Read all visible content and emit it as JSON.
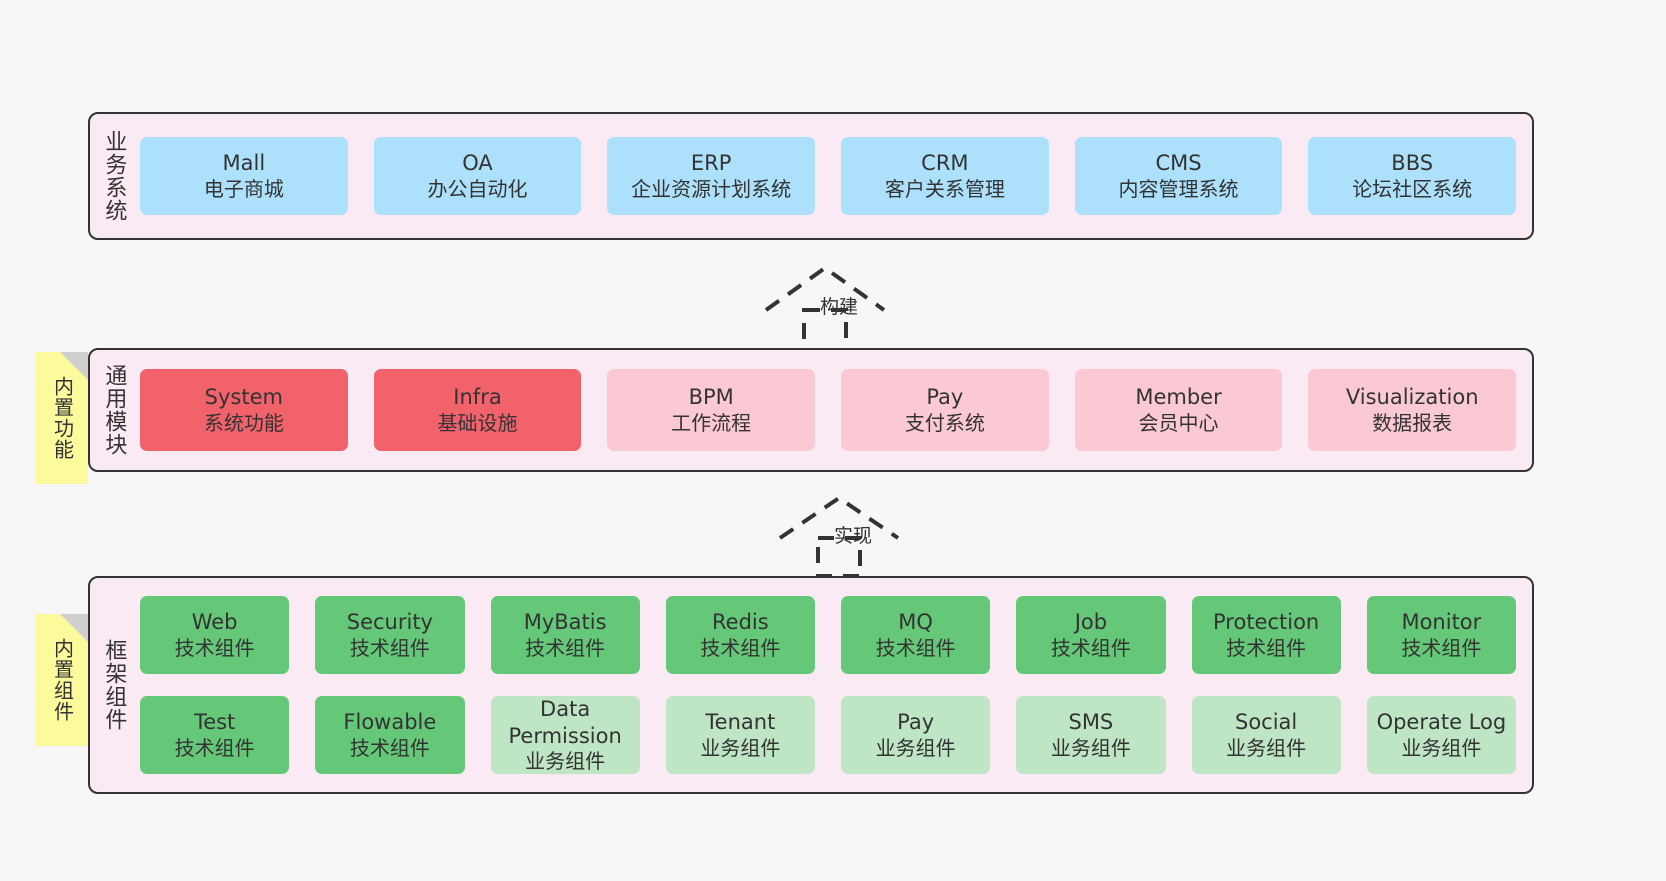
{
  "layers": [
    {
      "id": "business",
      "title": "业务系统",
      "cards": [
        {
          "en": "Mall",
          "cn": "电子商城"
        },
        {
          "en": "OA",
          "cn": "办公自动化"
        },
        {
          "en": "ERP",
          "cn": "企业资源计划系统"
        },
        {
          "en": "CRM",
          "cn": "客户关系管理"
        },
        {
          "en": "CMS",
          "cn": "内容管理系统"
        },
        {
          "en": "BBS",
          "cn": "论坛社区系统"
        }
      ]
    },
    {
      "id": "modules",
      "title": "通用模块",
      "sticky": "内置功能",
      "cards": [
        {
          "en": "System",
          "cn": "系统功能"
        },
        {
          "en": "Infra",
          "cn": "基础设施"
        },
        {
          "en": "BPM",
          "cn": "工作流程"
        },
        {
          "en": "Pay",
          "cn": "支付系统"
        },
        {
          "en": "Member",
          "cn": "会员中心"
        },
        {
          "en": "Visualization",
          "cn": "数据报表"
        }
      ]
    },
    {
      "id": "framework",
      "title": "框架组件",
      "sticky": "内置组件",
      "row1": [
        {
          "en": "Web",
          "cn": "技术组件"
        },
        {
          "en": "Security",
          "cn": "技术组件"
        },
        {
          "en": "MyBatis",
          "cn": "技术组件"
        },
        {
          "en": "Redis",
          "cn": "技术组件"
        },
        {
          "en": "MQ",
          "cn": "技术组件"
        },
        {
          "en": "Job",
          "cn": "技术组件"
        },
        {
          "en": "Protection",
          "cn": "技术组件"
        },
        {
          "en": "Monitor",
          "cn": "技术组件"
        }
      ],
      "row2": [
        {
          "en": "Test",
          "cn": "技术组件"
        },
        {
          "en": "Flowable",
          "cn": "技术组件"
        },
        {
          "en": "Data Permission",
          "cn": "业务组件"
        },
        {
          "en": "Tenant",
          "cn": "业务组件"
        },
        {
          "en": "Pay",
          "cn": "业务组件"
        },
        {
          "en": "SMS",
          "cn": "业务组件"
        },
        {
          "en": "Social",
          "cn": "业务组件"
        },
        {
          "en": "Operate Log",
          "cn": "业务组件"
        }
      ]
    }
  ],
  "connectors": [
    {
      "id": "build",
      "label": "构建"
    },
    {
      "id": "implement",
      "label": "实现"
    }
  ],
  "colors": {
    "background": "#f7f7f7",
    "panel": "#faeaf4",
    "border": "#333333",
    "business_card": "#ace0fb",
    "module_core": "#f2626b",
    "module_optional": "#fbc9d4",
    "tech_component": "#64c878",
    "business_component": "#bfe6c4",
    "sticky_note": "#fbfa9d",
    "sticky_fold": "#cfcfcf"
  }
}
